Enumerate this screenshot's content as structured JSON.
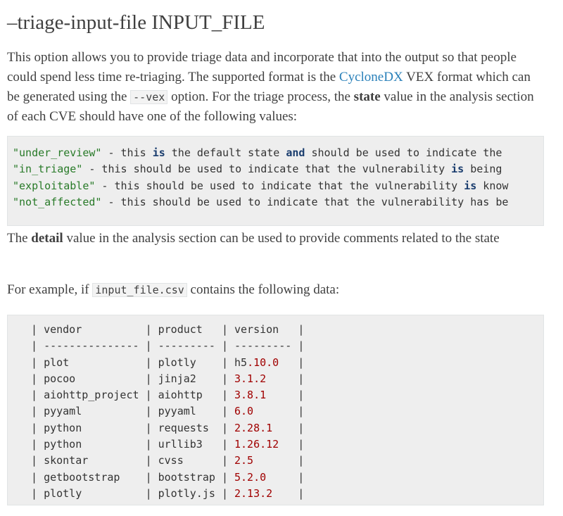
{
  "heading": "–triage-input-file INPUT_FILE",
  "intro": {
    "part1": "This option allows you to provide triage data and incorporate that into the output so that people could spend less time re-triaging. The supported format is the ",
    "link": "CycloneDX",
    "part2": " VEX format which can be generated using the ",
    "code": "--vex",
    "part3": " option. For the triage process, the ",
    "bold": "state",
    "part4": " value in the analysis section of each CVE should have one of the following values:"
  },
  "states": [
    {
      "value": "\"under_review\"",
      "rest_a": " - this ",
      "kw1": "is",
      "rest_b": " the default state ",
      "kw2": "and",
      "rest_c": " should be used to indicate the"
    },
    {
      "value": "\"in_triage\"",
      "rest_a": " - this should be used to indicate that the vulnerability ",
      "kw1": "is",
      "rest_b": " being",
      "kw2": "",
      "rest_c": ""
    },
    {
      "value": "\"exploitable\"",
      "rest_a": " - this should be used to indicate that the vulnerability ",
      "kw1": "is",
      "rest_b": " know",
      "kw2": "",
      "rest_c": ""
    },
    {
      "value": "\"not_affected\"",
      "rest_a": " - this should be used to indicate that the vulnerability has be",
      "kw1": "",
      "rest_b": "",
      "kw2": "",
      "rest_c": ""
    }
  ],
  "detail": {
    "part1": "The ",
    "bold": "detail",
    "part2": " value in the analysis section can be used to provide comments related to the state"
  },
  "example": {
    "part1": "For example, if ",
    "code": "input_file.csv",
    "part2": " contains the following data:"
  },
  "table": {
    "headers": [
      "vendor",
      "product",
      "version"
    ],
    "separator": [
      "---------------",
      "---------",
      "---------"
    ],
    "rows": [
      {
        "vendor": "plot",
        "product": "plotly",
        "version_prefix": "h5",
        "version": ".10.0"
      },
      {
        "vendor": "pocoo",
        "product": "jinja2",
        "version_prefix": "",
        "version": "3.1.2"
      },
      {
        "vendor": "aiohttp_project",
        "product": "aiohttp",
        "version_prefix": "",
        "version": "3.8.1"
      },
      {
        "vendor": "pyyaml",
        "product": "pyyaml",
        "version_prefix": "",
        "version": "6.0"
      },
      {
        "vendor": "python",
        "product": "requests",
        "version_prefix": "",
        "version": "2.28.1"
      },
      {
        "vendor": "python",
        "product": "urllib3",
        "version_prefix": "",
        "version": "1.26.12"
      },
      {
        "vendor": "skontar",
        "product": "cvss",
        "version_prefix": "",
        "version": "2.5"
      },
      {
        "vendor": "getbootstrap",
        "product": "bootstrap",
        "version_prefix": "",
        "version": "5.2.0"
      },
      {
        "vendor": "plotly",
        "product": "plotly.js",
        "version_prefix": "",
        "version": "2.13.2"
      }
    ]
  }
}
